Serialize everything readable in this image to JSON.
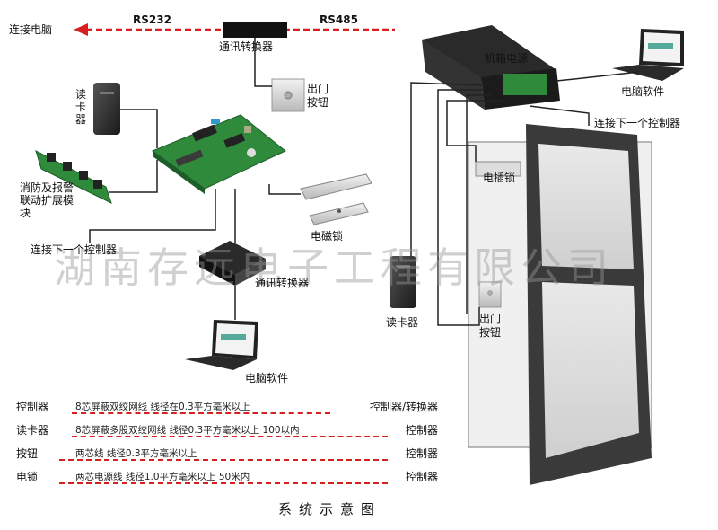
{
  "top_link": {
    "left_label": "连接电脑",
    "rs232": "RS232",
    "rs485": "RS485",
    "converter": "通讯转换器"
  },
  "left_labels": {
    "card_reader": "读卡器",
    "exit_button": "出门按钮",
    "fire_module": "消防及报警联动扩展模块",
    "mag_lock": "电磁锁",
    "next_controller": "连接下一个控制器",
    "converter2": "通讯转换器",
    "pc_software": "电脑软件"
  },
  "right_labels": {
    "chassis_power": "机箱电源",
    "pc_software": "电脑软件",
    "next_controller": "连接下一个控制器",
    "electric_lock": "电插锁",
    "card_reader": "读卡器",
    "exit_button": "出门按钮"
  },
  "watermark": "湖南存远电子工程有限公司",
  "specs": [
    {
      "device": "控制器",
      "desc": "8芯屏蔽双绞网线 线径在0.3平方毫米以上",
      "to": "控制器/转换器"
    },
    {
      "device": "读卡器",
      "desc": "8芯屏蔽多股双绞网线 线径0.3平方毫米以上 100以内",
      "to": "控制器"
    },
    {
      "device": "按钮",
      "desc": "两芯线  线径0.3平方毫米以上",
      "to": "控制器"
    },
    {
      "device": "电锁",
      "desc": "两芯电源线  线径1.0平方毫米以上  50米内",
      "to": "控制器"
    }
  ],
  "caption": "系统示意图",
  "colors": {
    "accent_red": "#d62020",
    "board_green": "#2f8a3c",
    "door_frame": "#3a3a3a"
  }
}
